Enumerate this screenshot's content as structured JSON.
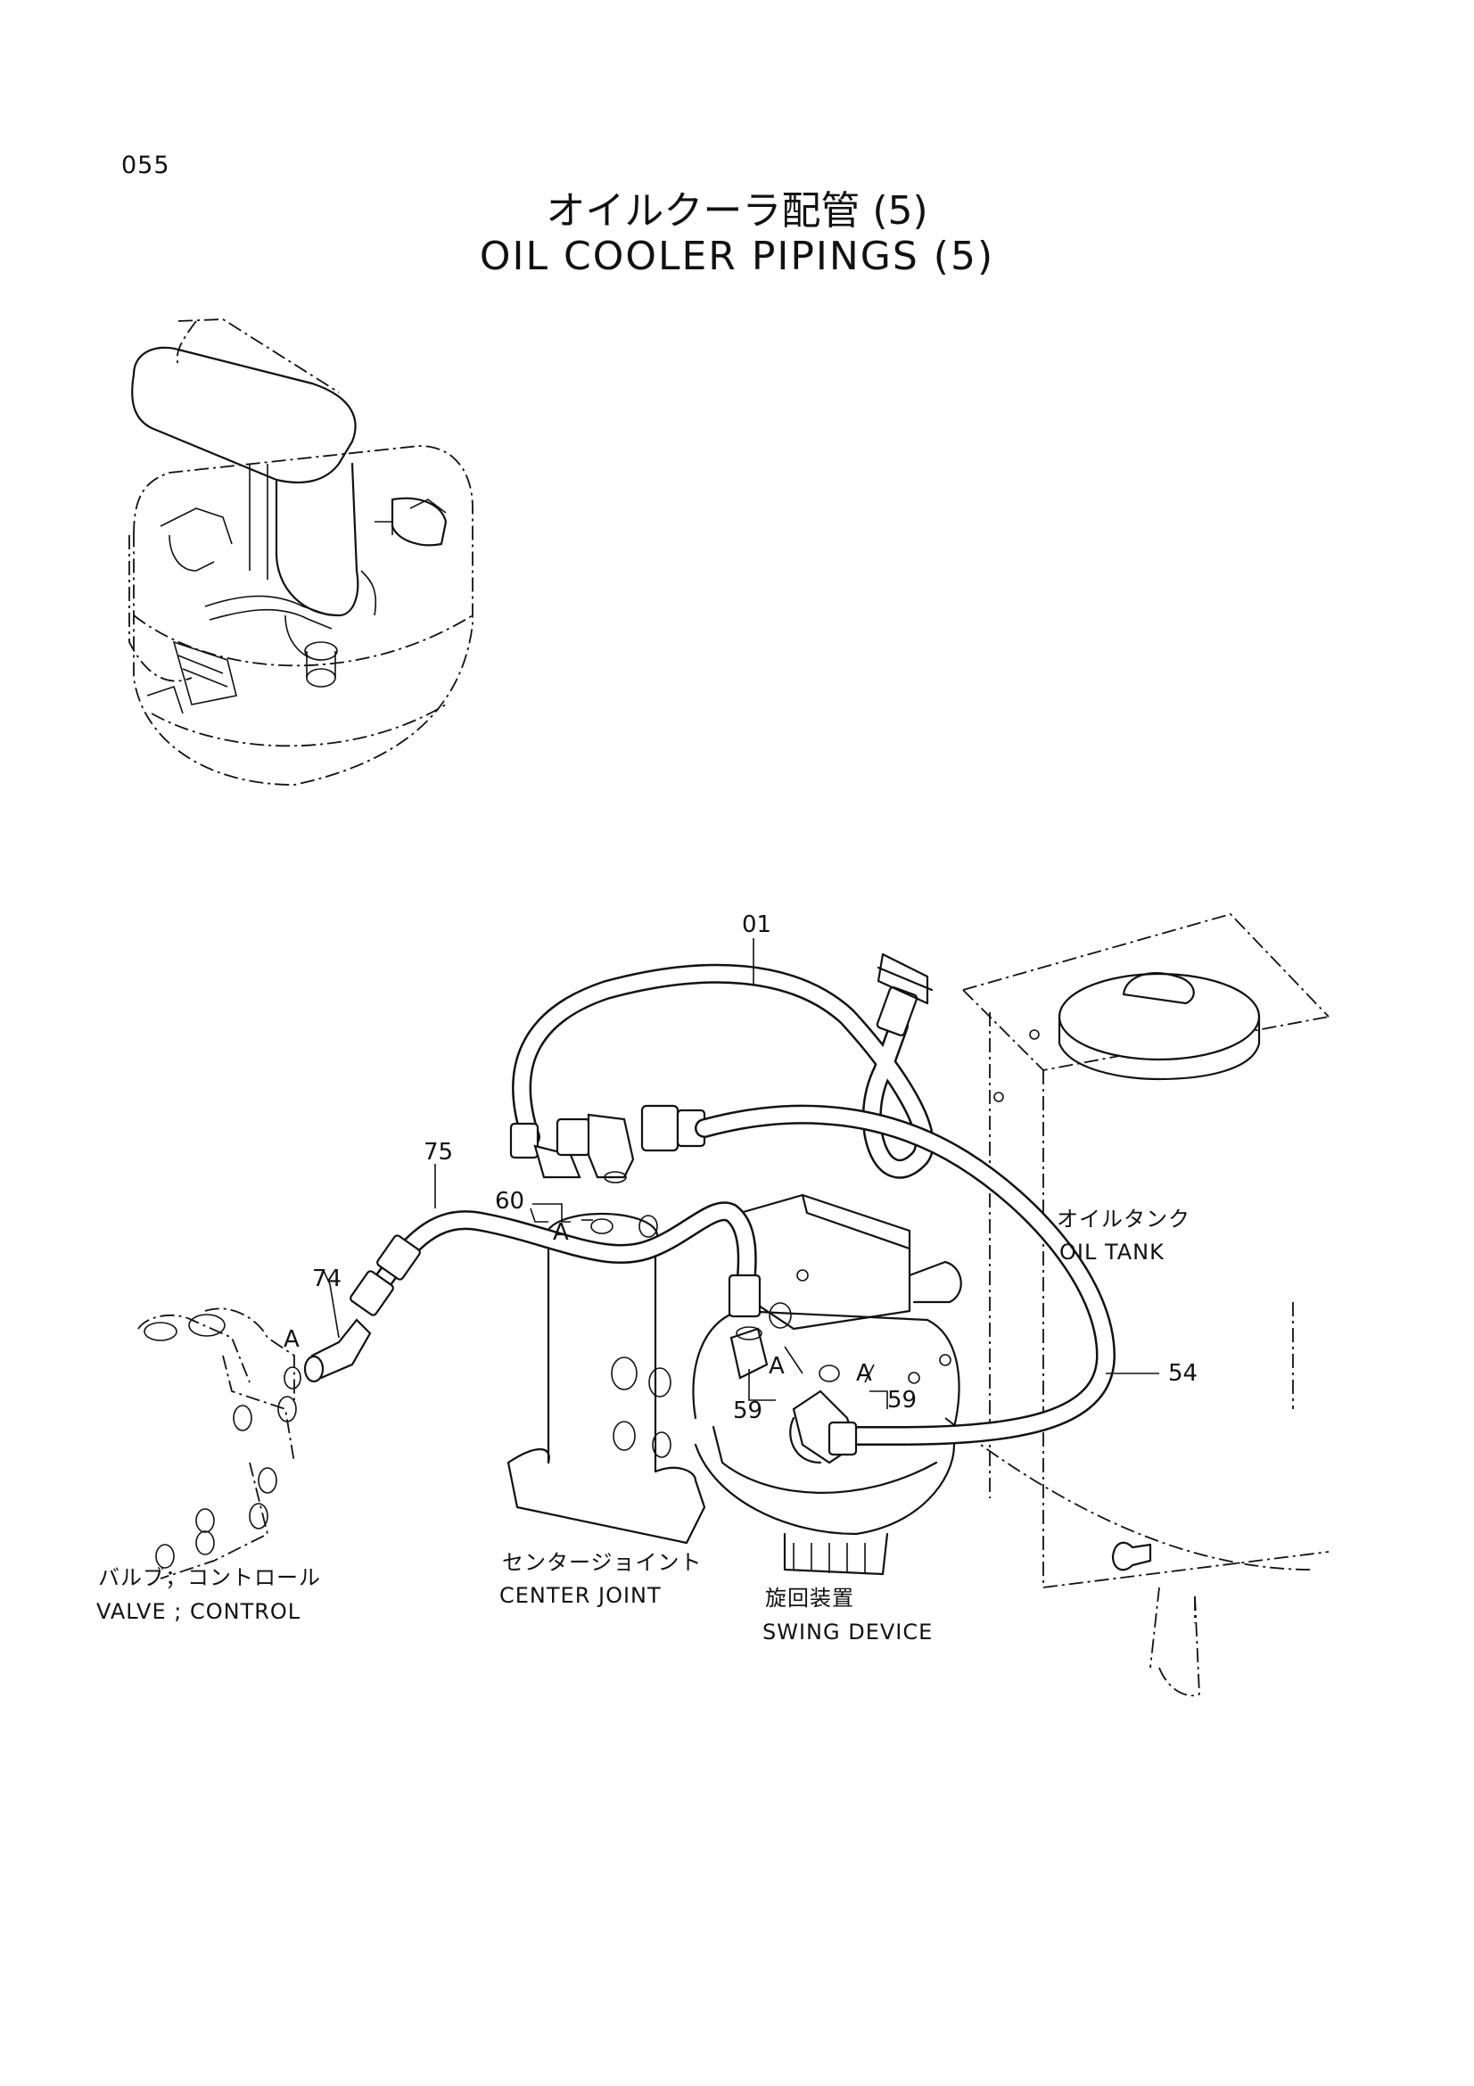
{
  "page_number": "055",
  "title_jp": "オイルクーラ配管 (5)",
  "title_en": "OIL COOLER PIPINGS (5)",
  "part_numbers": {
    "hose_01": "01",
    "hose_75": "75",
    "fitting_60": "60",
    "fitting_74": "74",
    "hose_54": "54",
    "fitting_59_left": "59",
    "fitting_59_right": "59"
  },
  "section_markers": {
    "a_60": "A",
    "a_74": "A",
    "a_59_left": "A",
    "a_59_right": "A"
  },
  "components": {
    "oil_tank_jp": "オイルタンク",
    "oil_tank_en": "OIL TANK",
    "valve_jp": "バルブ；コントロール",
    "valve_en": "VALVE ; CONTROL",
    "center_joint_jp": "センタージョイント",
    "center_joint_en": "CENTER JOINT",
    "swing_device_jp": "旋回装置",
    "swing_device_en": "SWING DEVICE"
  }
}
